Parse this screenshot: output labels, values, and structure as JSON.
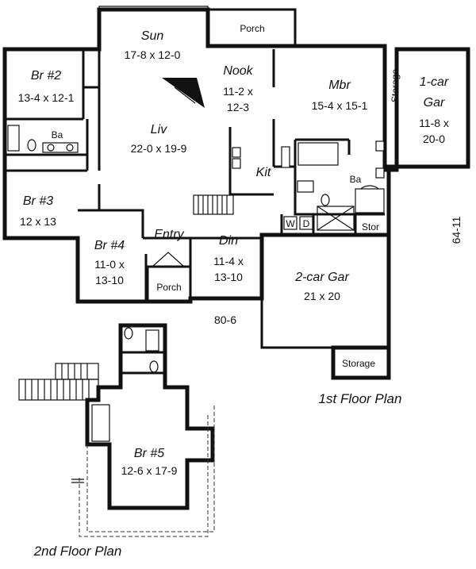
{
  "rooms": {
    "sun": {
      "name": "Sun",
      "size": "17-8 x 12-0"
    },
    "porch_top": {
      "name": "Porch"
    },
    "nook": {
      "name": "Nook",
      "size_1": "11-2 x",
      "size_2": "12-3"
    },
    "mbr": {
      "name": "Mbr",
      "size": "15-4 x 15-1"
    },
    "storage_side": {
      "name": "Storage"
    },
    "gar1": {
      "name_1": "1-car",
      "name_2": "Gar",
      "size_1": "11-8 x",
      "size_2": "20-0"
    },
    "br2": {
      "name": "Br #2",
      "size": "13-4 x 12-1"
    },
    "ba1": {
      "name": "Ba"
    },
    "liv": {
      "name": "Liv",
      "size": "22-0 x 19-9"
    },
    "kit": {
      "name": "Kit"
    },
    "ba2": {
      "name": "Ba"
    },
    "br3": {
      "name": "Br #3",
      "size": "12 x 13"
    },
    "wd": {
      "w": "W",
      "d": "D"
    },
    "stor": {
      "name": "Stor"
    },
    "br4": {
      "name": "Br #4",
      "size_1": "11-0 x",
      "size_2": "13-10"
    },
    "entry": {
      "name": "Entry"
    },
    "din": {
      "name": "Din",
      "size_1": "11-4 x",
      "size_2": "13-10"
    },
    "gar2": {
      "name": "2-car Gar",
      "size": "21 x 20"
    },
    "porch_front": {
      "name": "Porch"
    },
    "storage_gar": {
      "name": "Storage"
    },
    "br5": {
      "name": "Br #5",
      "size": "12-6 x 17-9"
    }
  },
  "dimensions": {
    "width": "80-6",
    "depth": "64-11"
  },
  "captions": {
    "first_floor": "1st Floor Plan",
    "second_floor": "2nd Floor Plan"
  }
}
